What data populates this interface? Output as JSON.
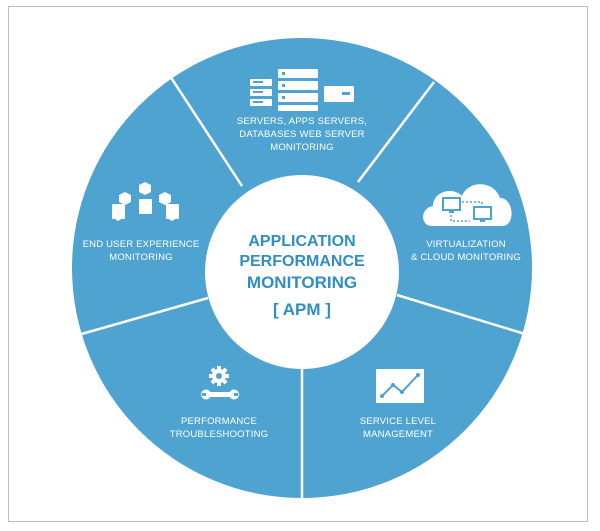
{
  "center": {
    "line1": "APPLICATION",
    "line2": "PERFORMANCE",
    "line3": "MONITORING",
    "line4": "[ APM ]"
  },
  "segments": {
    "servers": [
      "SERVERS, APPS SERVERS,",
      "DATABASES WEB SERVER",
      "MONITORING"
    ],
    "virtualization": [
      "VIRTUALIZATION",
      "& CLOUD MONITORING"
    ],
    "service_level": [
      "SERVICE LEVEL",
      "MANAGEMENT"
    ],
    "performance": [
      "PERFORMANCE",
      "TROUBLESHOOTING"
    ],
    "end_user": [
      "END USER EXPERIENCE",
      "MONITORING"
    ]
  },
  "icons": {
    "servers": "server-rack-icon",
    "virtualization": "cloud-network-icon",
    "service_level": "trend-chart-icon",
    "performance": "gear-wrench-icon",
    "end_user": "user-network-icon"
  },
  "colors": {
    "ring": "#4fa3d1",
    "divider": "#ffffff",
    "center_fill": "#ffffff",
    "center_text": "#2f8ec4"
  }
}
